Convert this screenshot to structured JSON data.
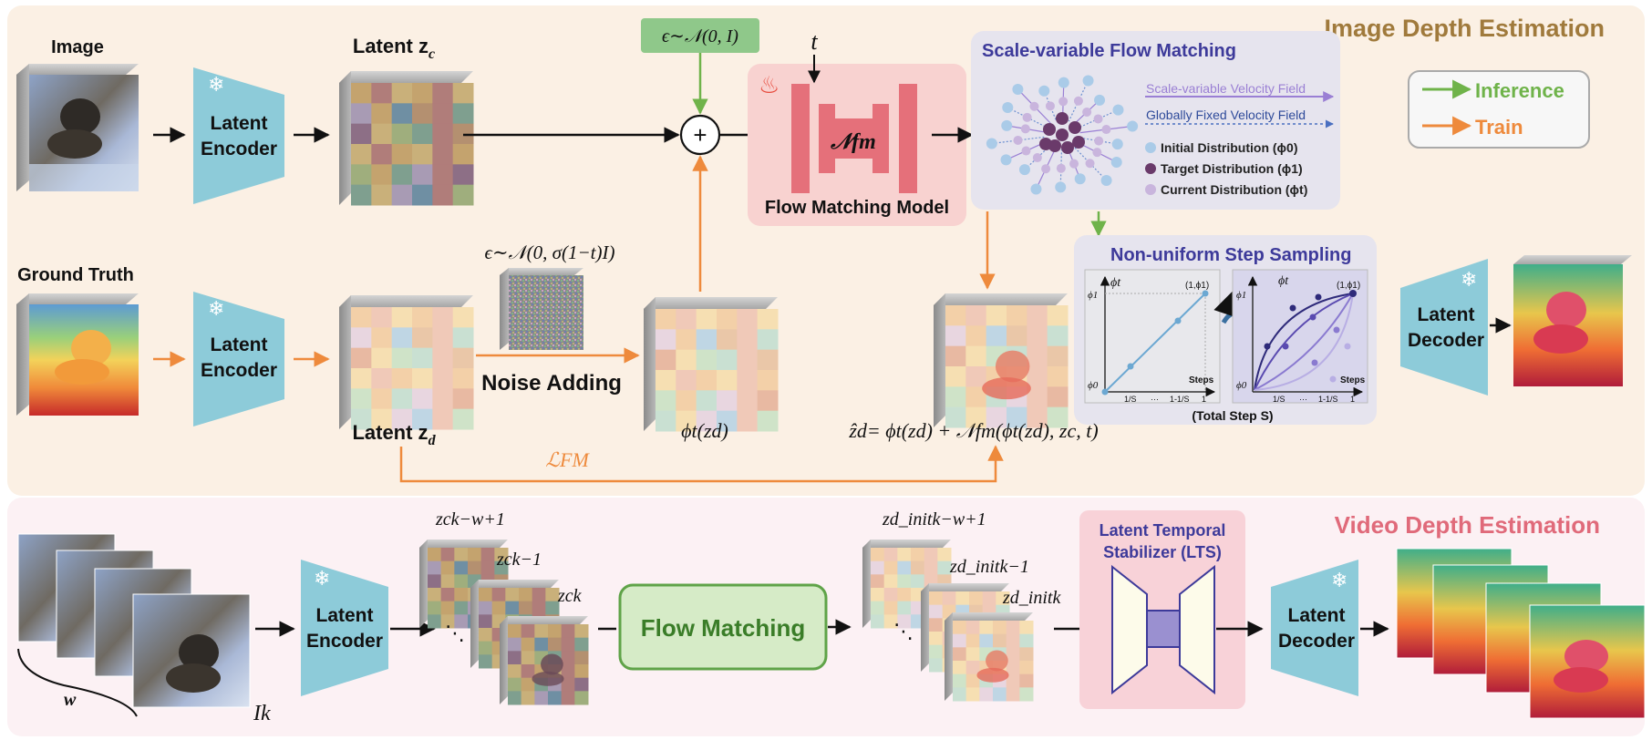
{
  "sections": {
    "image_title": "Image Depth Estimation",
    "video_title": "Video Depth Estimation"
  },
  "legend": {
    "inference": "Inference",
    "train": "Train",
    "inference_color": "#6fb34a",
    "train_color": "#ee8a3c"
  },
  "image_row": {
    "image_label": "Image",
    "ground_truth_label": "Ground Truth",
    "encoder1": [
      "Latent",
      "Encoder"
    ],
    "encoder2": [
      "Latent",
      "Encoder"
    ],
    "latent_zc": "Latent z",
    "latent_zc_sub": "c",
    "latent_zd": "Latent z",
    "latent_zd_sub": "d",
    "noise_top": "ϵ∼𝒩(0, I)",
    "noise_mid": "ϵ∼𝒩(0, σ(1−t)I)",
    "noise_adding": "Noise Adding",
    "plus": "+",
    "t_label": "t",
    "fm_symbol": "𝒩fm",
    "fm_model_label": "Flow Matching Model",
    "phi_zd": "ϕt(zd)",
    "zd_hat_eq": "ẑd= ϕt(zd) + 𝒩fm(ϕt(zd), zc, t)",
    "loss": "ℒFM",
    "decoder": [
      "Latent",
      "Decoder"
    ]
  },
  "svfm": {
    "title": "Scale-variable Flow Matching",
    "scale_field": "Scale-variable Velocity Field",
    "fixed_field": "Globally Fixed Velocity Field",
    "initial": "Initial Distribution (ϕ0)",
    "target": "Target Distribution (ϕ1)",
    "current": "Current Distribution (ϕt)"
  },
  "sampling": {
    "title": "Non-uniform Step Sampling",
    "y_label": "ϕt",
    "phi1": "ϕ1",
    "phi0": "ϕ0",
    "end_point": "(1,ϕ1)",
    "steps": "Steps",
    "ticks": [
      "1/S",
      "···",
      "1-1/S",
      "1"
    ],
    "total": "(Total Step S)"
  },
  "video_row": {
    "w_label": "w",
    "ik_label": "Ik",
    "encoder": [
      "Latent",
      "Encoder"
    ],
    "zc_labels": [
      "zck−w+1",
      "zck−1",
      "zck"
    ],
    "flow_matching": "Flow Matching",
    "zd_labels": [
      "zd_initk−w+1",
      "zd_initk−1",
      "zd_initk"
    ],
    "lts_title": [
      "Latent Temporal",
      "Stabilizer (LTS)"
    ],
    "decoder": [
      "Latent",
      "Decoder"
    ],
    "ellipsis": "⋱"
  }
}
